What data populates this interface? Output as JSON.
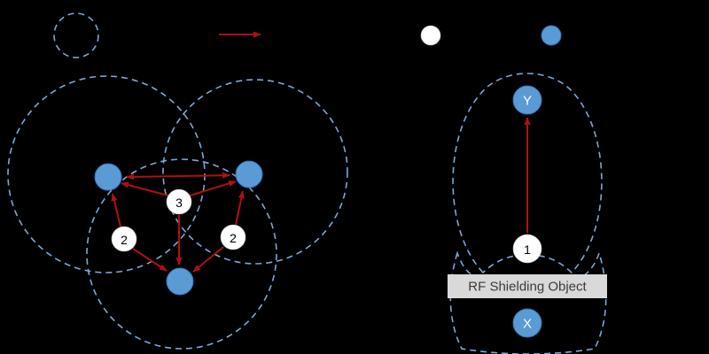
{
  "diagram": {
    "title_hint": "RF transmission range diagram with shielding object",
    "labels": {
      "node_y": "Y",
      "node_x": "X",
      "node_1": "1",
      "count_left": "2",
      "count_right": "2",
      "count_center": "3",
      "shield": "RF Shielding Object"
    },
    "legend": {
      "items": [
        {
          "icon": "transmission-range-circle-icon"
        },
        {
          "icon": "communication-arrow-icon"
        },
        {
          "icon": "white-node-icon"
        },
        {
          "icon": "blue-node-icon"
        }
      ]
    },
    "colors": {
      "background": "#000000",
      "range_blue": "#7ba7d7",
      "node_blue": "#5b9bd5",
      "node_blue_border": "#2e75b6",
      "arrow_red": "#b01010",
      "shield_bg": "#d9d9d9",
      "shield_text": "#3a3a3a",
      "white_node": "#ffffff",
      "number_text": "#000000"
    }
  }
}
